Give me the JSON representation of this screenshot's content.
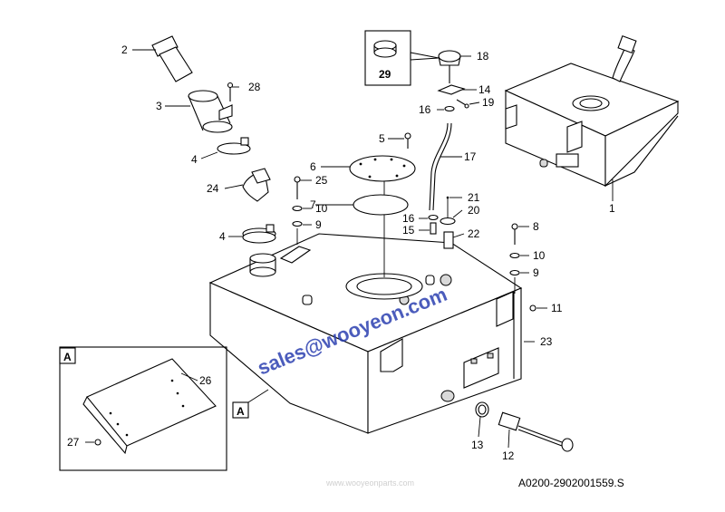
{
  "drawing_ref": "A0200-2902001559.S",
  "watermark": "sales@wooyeon.com",
  "faint_text": "www.wooyeonparts.com",
  "view_letter": "A",
  "parts": {
    "p1": "1",
    "p2": "2",
    "p3": "3",
    "p4a": "4",
    "p4b": "4",
    "p5": "5",
    "p6": "6",
    "p7": "7",
    "p8": "8",
    "p9a": "9",
    "p9b": "9",
    "p10a": "10",
    "p10b": "10",
    "p11": "11",
    "p12": "12",
    "p13": "13",
    "p14": "14",
    "p15": "15",
    "p16a": "16",
    "p16b": "16",
    "p17": "17",
    "p18": "18",
    "p19": "19",
    "p20": "20",
    "p21": "21",
    "p22": "22",
    "p23": "23",
    "p24": "24",
    "p25": "25",
    "p26": "26",
    "p27": "27",
    "p28": "28",
    "p29": "29"
  }
}
